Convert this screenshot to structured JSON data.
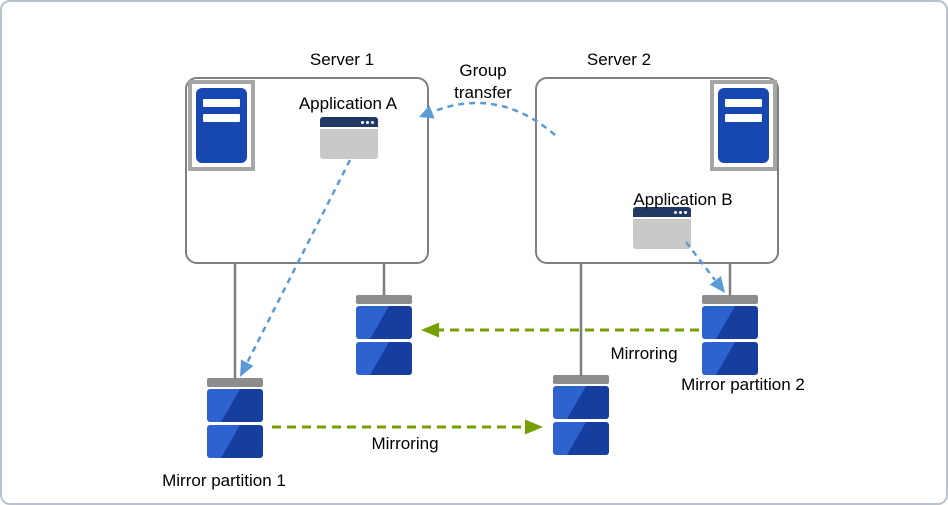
{
  "diagram": {
    "server1": {
      "label": "Server 1",
      "application": "Application A"
    },
    "server2": {
      "label": "Server 2",
      "application": "Application B"
    },
    "group_transfer": "Group\ntransfer",
    "mirroring_top": "Mirroring",
    "mirroring_bottom": "Mirroring",
    "mirror_partition1": "Mirror partition 1",
    "mirror_partition2": "Mirror partition 2"
  },
  "colors": {
    "arrow_blue": "#5b9bd5",
    "arrow_green": "#76a000",
    "connector_gray": "#7f7f7f",
    "disk_blue": "#1747b0",
    "disk_cap_gray": "#8c8c8c",
    "titlebar_navy": "#1f3864",
    "window_gray": "#c9c9c9",
    "server_blue": "#1747b0"
  },
  "icons": {
    "server_icon": "server-tower-shape",
    "app_window_icon": "window-shape",
    "disk_icon": "disk-stack-shape"
  }
}
